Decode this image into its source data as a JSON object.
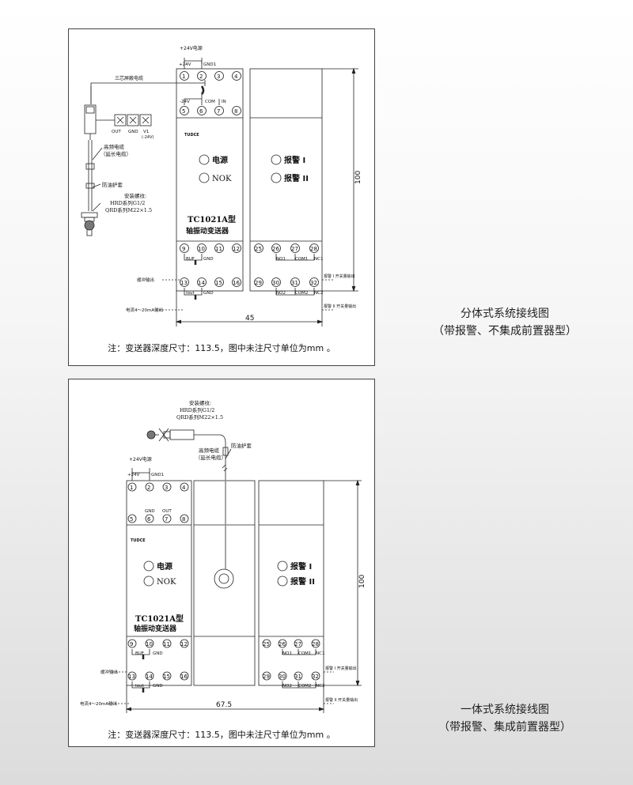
{
  "diagram1": {
    "caption_title": "分体式系统接线图",
    "caption_sub": "（带报警、不集成前置器型）",
    "note": "注：变送器深度尺寸：113.5，图中未注尺寸单位为mm 。",
    "supply_label": "+24V电源",
    "top_terms": {
      "t1": "+24V",
      "t2": "GND1"
    },
    "row1": [
      "1",
      "2",
      "3",
      "4"
    ],
    "row2": [
      "5",
      "6",
      "7",
      "8"
    ],
    "row2_labels": {
      "a": "-24V",
      "b": "COM",
      "c": "IN"
    },
    "probe_cable": "三芯屏蔽电缆",
    "probe_terms": [
      "OUT",
      "GND",
      "V1",
      "(-24V)"
    ],
    "ext_cable": [
      "高频电缆",
      "（延长电缆）"
    ],
    "oil_guard": "防油护套",
    "thread_title": "安装螺纹:",
    "thread_hrd": "HRD系列G1/2",
    "thread_qrd": "QRD系列M22×1.5",
    "led_power": "电源",
    "led_nok": "NOK",
    "alarm1": "报警 I",
    "alarm2": "报警 II",
    "model": "TC1021A型",
    "model_name": "轴振动变送器",
    "bottom_row1": [
      "9",
      "10",
      "11",
      "12"
    ],
    "bottom_row2": [
      "13",
      "14",
      "15",
      "16"
    ],
    "buf_terms": {
      "a": "BUF",
      "b": "GND"
    },
    "iout_terms": {
      "a": "Iout",
      "b": "GND"
    },
    "alarm_row1": [
      "25",
      "26",
      "27",
      "28"
    ],
    "alarm_row2": [
      "29",
      "30",
      "31",
      "32"
    ],
    "relay1": {
      "a": "NO1",
      "b": "COM1",
      "c": "NC1"
    },
    "relay2": {
      "a": "NO2",
      "b": "COM2",
      "c": "NC2"
    },
    "buffer_out": "缓冲输出",
    "current_out": "电流4～20mA输出",
    "alarm1_out": "报警 I 开关量输出",
    "alarm2_out": "报警 II 开关量输出",
    "dim_height": "100",
    "dim_width": "45",
    "brand": "TUDCE"
  },
  "diagram2": {
    "caption_title": "一体式系统接线图",
    "caption_sub": "（带报警、集成前置器型）",
    "note": "注：变送器深度尺寸：113.5，图中未注尺寸单位为mm 。",
    "supply_label": "+24V电源",
    "top_terms": {
      "t1": "+24V",
      "t2": "GND1"
    },
    "row1": [
      "1",
      "2",
      "3",
      "4"
    ],
    "row2": [
      "5",
      "6",
      "7",
      "8"
    ],
    "row2_labels": {
      "a": "GND",
      "b": "OUT"
    },
    "thread_title": "安装螺纹:",
    "thread_hrd": "HRD系列G1/2",
    "thread_qrd": "QRD系列M22×1.5",
    "ext_cable": [
      "高频电缆",
      "（延长电缆）"
    ],
    "oil_guard": "防油护套",
    "led_power": "电源",
    "led_nok": "NOK",
    "alarm1": "报警 I",
    "alarm2": "报警 II",
    "model": "TC1021A型",
    "model_name": "轴振动变送器",
    "bottom_row1": [
      "9",
      "10",
      "11",
      "12"
    ],
    "bottom_row2": [
      "13",
      "14",
      "15",
      "16"
    ],
    "buf_terms": {
      "a": "BUF",
      "b": "GND"
    },
    "iout_terms": {
      "a": "Iout",
      "b": "GND"
    },
    "alarm_row1": [
      "25",
      "26",
      "27",
      "28"
    ],
    "alarm_row2": [
      "29",
      "30",
      "31",
      "32"
    ],
    "relay1": {
      "a": "NO1",
      "b": "COM1",
      "c": "NC1"
    },
    "relay2": {
      "a": "NO2",
      "b": "COM2",
      "c": "NC2"
    },
    "buffer_out": "缓冲输出",
    "current_out": "电流4～20mA输出",
    "alarm1_out": "报警 I 开关量输出",
    "alarm2_out": "报警 II 开关量输出",
    "dim_height": "100",
    "dim_width": "67.5",
    "brand": "TUDCE"
  }
}
